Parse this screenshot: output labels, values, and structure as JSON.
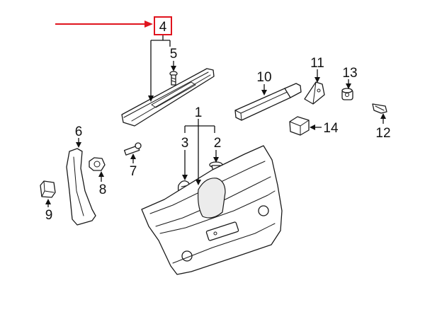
{
  "diagram": {
    "highlight_color": "#e0141e",
    "callouts": [
      {
        "id": "callout-1",
        "label": "1"
      },
      {
        "id": "callout-2",
        "label": "2"
      },
      {
        "id": "callout-3",
        "label": "3"
      },
      {
        "id": "callout-4",
        "label": "4"
      },
      {
        "id": "callout-5",
        "label": "5"
      },
      {
        "id": "callout-6",
        "label": "6"
      },
      {
        "id": "callout-7",
        "label": "7"
      },
      {
        "id": "callout-8",
        "label": "8"
      },
      {
        "id": "callout-9",
        "label": "9"
      },
      {
        "id": "callout-10",
        "label": "10"
      },
      {
        "id": "callout-11",
        "label": "11"
      },
      {
        "id": "callout-12",
        "label": "12"
      },
      {
        "id": "callout-13",
        "label": "13"
      },
      {
        "id": "callout-14",
        "label": "14"
      }
    ]
  }
}
